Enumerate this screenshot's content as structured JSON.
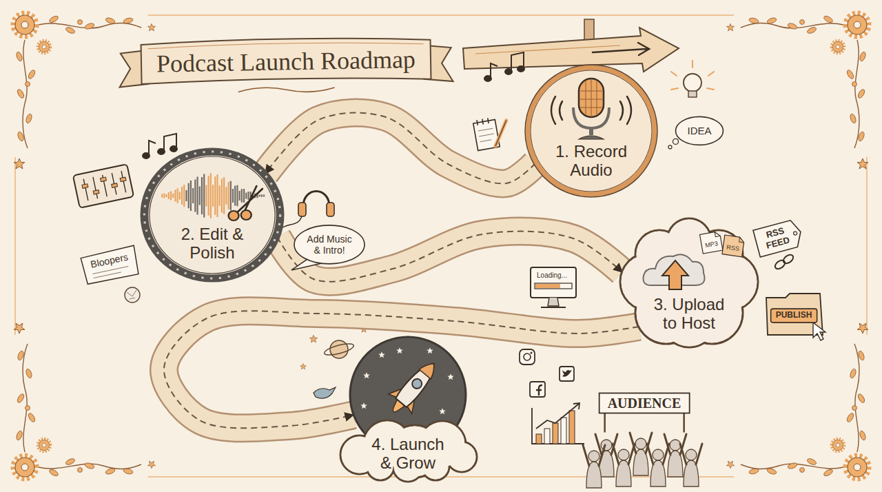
{
  "diagram": {
    "title": "Podcast Launch Roadmap",
    "nodes": [
      {
        "text": [
          "1. Record Audio"
        ]
      },
      {
        "text": [
          "2. Edit & Polish"
        ]
      },
      {
        "text": [
          "3. Upload to Host"
        ]
      },
      {
        "text": [
          "4. Launch & Grow"
        ]
      }
    ],
    "edges": [
      {
        "from": 0,
        "to": 1,
        "arrow": "to"
      },
      {
        "from": 1,
        "to": 2,
        "arrow": "to"
      },
      {
        "from": 2,
        "to": 3,
        "arrow": "to"
      }
    ],
    "labels": [
      "IDEA",
      "Add Music & Intro!",
      "Bloopers",
      "Loading...",
      "MP3",
      "RSS",
      "RSS FEED",
      "PUBLISH",
      "AUDIENCE"
    ]
  }
}
